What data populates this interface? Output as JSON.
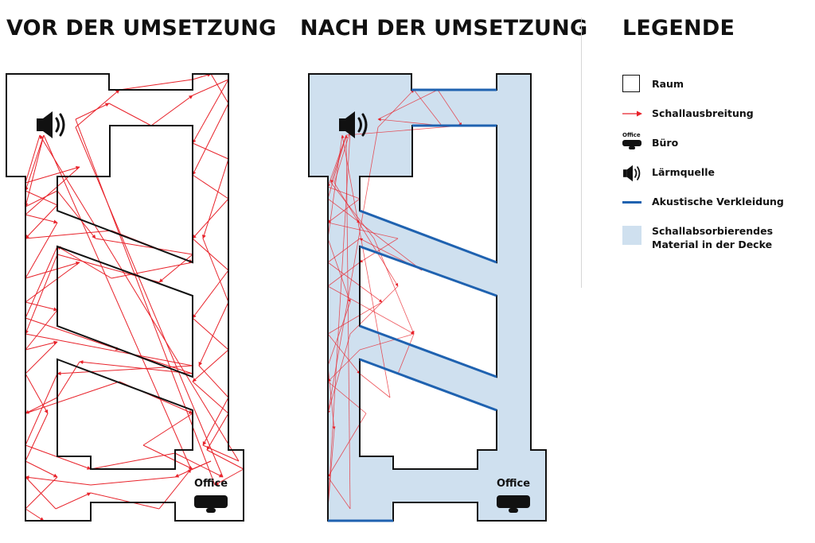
{
  "headings": {
    "before": "VOR DER UMSETZUNG",
    "after": "NACH DER UMSETZUNG",
    "legend": "LEGENDE"
  },
  "plans": {
    "before_office_label": "Office",
    "after_office_label": "Office"
  },
  "legend": {
    "items": [
      {
        "symbol": "room-outline",
        "label": "Raum"
      },
      {
        "symbol": "red-arrow",
        "label": "Schallausbreitung"
      },
      {
        "symbol": "office-device",
        "label": "Büro",
        "icon_text": "Office"
      },
      {
        "symbol": "speaker-icon",
        "label": "Lärmquelle"
      },
      {
        "symbol": "blue-line",
        "label": "Akustische Verkleidung"
      },
      {
        "symbol": "light-blue-fill",
        "label": "Schallabsorbierendes Material in der Decke"
      }
    ]
  },
  "colors": {
    "wall": "#111111",
    "sound_path": "#e8222a",
    "acoustic_cladding": "#1f62b0",
    "absorbing_ceiling": "#cfe0ef"
  }
}
